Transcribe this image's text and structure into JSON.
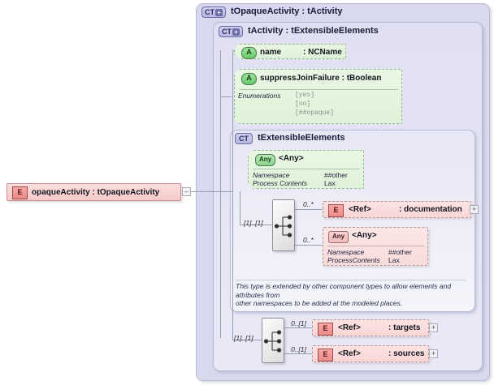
{
  "diagram": {
    "kind": "xsd-schema-diagram",
    "root_element": {
      "icon": "E",
      "label": "opaqueActivity : tOpaqueActivity",
      "collapse_symbol": "–"
    },
    "groups": [
      {
        "id": "outer",
        "badge": "CT",
        "badge_plus": "+",
        "title": "tOpaqueActivity : tActivity"
      },
      {
        "id": "mid",
        "badge": "CT",
        "badge_plus": "+",
        "title": "tActivity : tExtensibleElements"
      },
      {
        "id": "inner",
        "badge": "CT",
        "badge_plus": "",
        "title": "tExtensibleElements"
      }
    ],
    "attributes": [
      {
        "id": "name",
        "icon": "A",
        "name": "name",
        "type": ": NCName"
      },
      {
        "id": "suppressJoinFailure",
        "icon": "A",
        "name": "suppressJoinFailure : tBoolean",
        "enum_label": "Enumerations",
        "enum_values": [
          "[yes]",
          "[no]",
          "[##opaque]"
        ]
      }
    ],
    "any_green": {
      "icon": "Any",
      "label": "<Any>",
      "props": [
        {
          "key": "Namespace",
          "value": "##other"
        },
        {
          "key": "Process Contents",
          "value": "Lax"
        }
      ]
    },
    "any_pink": {
      "icon": "Any",
      "label": "<Any>",
      "props": [
        {
          "key": "Namespace",
          "value": "##other"
        },
        {
          "key": "ProcessContents",
          "value": "Lax"
        }
      ]
    },
    "refs": [
      {
        "id": "documentation",
        "icon": "E",
        "label": "<Ref>",
        "type": ": documentation",
        "cardinality": "0..*",
        "expander": "+"
      },
      {
        "id": "targets",
        "icon": "E",
        "label": "<Ref>",
        "type": ": targets",
        "cardinality": "0..[1]",
        "expander": "+"
      },
      {
        "id": "sources",
        "icon": "E",
        "label": "<Ref>",
        "type": ": sources",
        "cardinality": "0..[1]",
        "expander": "+"
      }
    ],
    "any_pink_cardinality": "0..*",
    "sequences": [
      {
        "id": "inner-sequence",
        "occurrence": "[1]..[1]"
      },
      {
        "id": "outer-sequence",
        "occurrence": "[1]..[1]"
      }
    ],
    "annotation": "This type is extended by other component types to allow elements and attributes from\nother namespaces to be added at the modeled places."
  },
  "colors": {
    "canvas": "#ffffff",
    "group_outer": "#d8d8ef",
    "group_mid": "#e4e4f3",
    "group_inner": "#eeeef8",
    "attribute_green": "#e3f4dd",
    "element_pink": "#f9d7d7",
    "ref_pink": "#fbe0e0",
    "line": "#9a9ab0",
    "badge_border": "#6b6ba8"
  }
}
